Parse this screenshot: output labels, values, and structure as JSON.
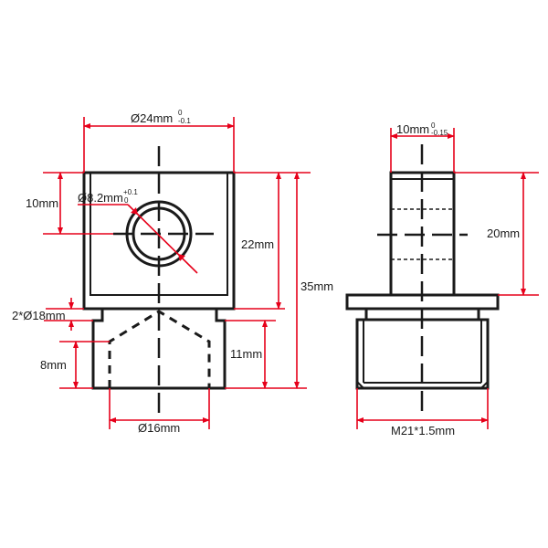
{
  "left_view": {
    "width_label": "Ø24mm",
    "width_tol_upper": "0",
    "width_tol_lower": "-0.1",
    "hole_label": "Ø8.2mm",
    "hole_tol_upper": "+0.1",
    "hole_tol_lower": "0",
    "hole_offset_label": "10mm",
    "body_height_label": "22mm",
    "total_height_label": "35mm",
    "neck_label": "2*Ø18mm",
    "bore_depth_label": "8mm",
    "lower_height_label": "11mm",
    "bore_diameter_label": "Ø16mm"
  },
  "right_view": {
    "width_label": "10mm",
    "width_tol_upper": "0",
    "width_tol_lower": "-0.15",
    "height_label": "20mm",
    "thread_label": "M21*1.5mm"
  },
  "colors": {
    "dimension": "#e6001a",
    "outline": "#1a1a1a"
  }
}
